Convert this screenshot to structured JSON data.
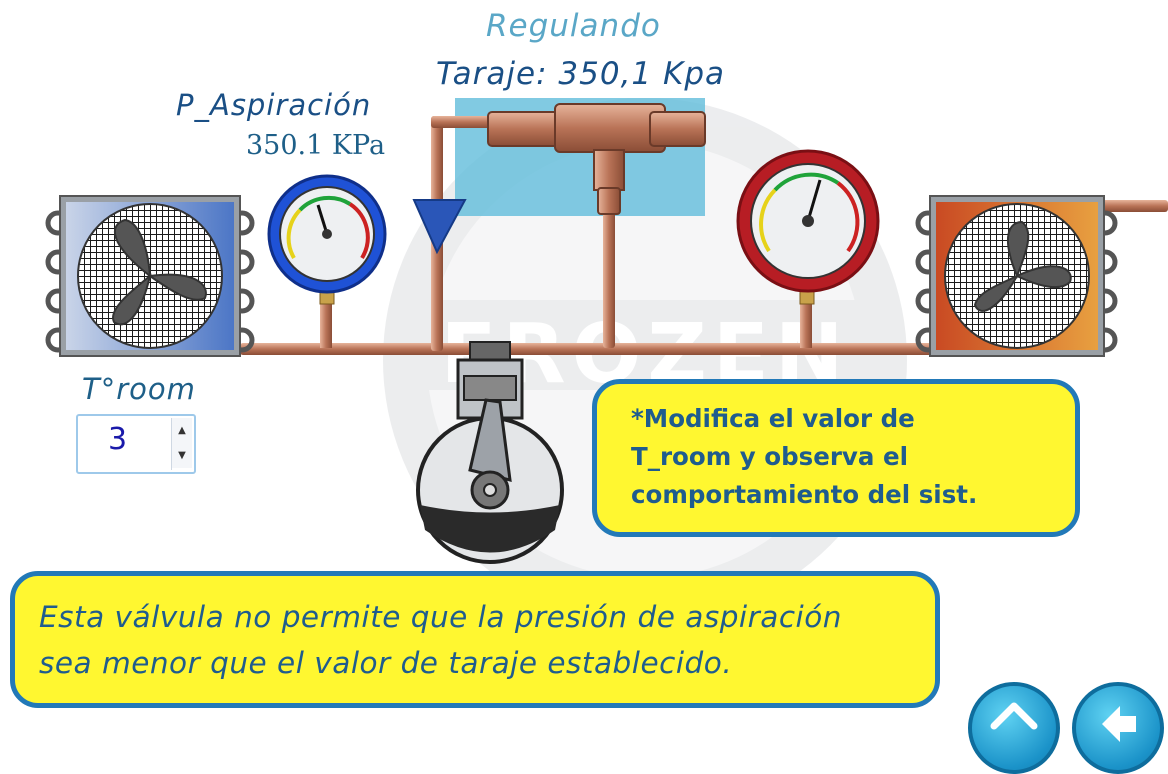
{
  "valve": {
    "status": "Regulando",
    "taraje": "Taraje: 350,1 Kpa"
  },
  "suction_gauge": {
    "title": "P_Aspiración",
    "value": "350.1 KPa"
  },
  "room_control": {
    "label": "T°room",
    "value": "3"
  },
  "hint": {
    "line1": "*Modifica el valor de",
    "line2": "T_room y observa el",
    "line3": "comportamiento del sist."
  },
  "info": {
    "line1": "Esta válvula no permite que la presión de aspiración",
    "line2": "sea menor que el valor de taraje establecido."
  },
  "watermark": {
    "text": "FROZEN"
  },
  "nav": {
    "home_icon": "home-arrow-icon",
    "back_icon": "return-arrow-icon"
  },
  "colors": {
    "pipe": "#c9876a",
    "accent": "#2279b8",
    "box": "#fff730",
    "evaporator": "#4d7ac8",
    "condenser": "#d8642b"
  }
}
